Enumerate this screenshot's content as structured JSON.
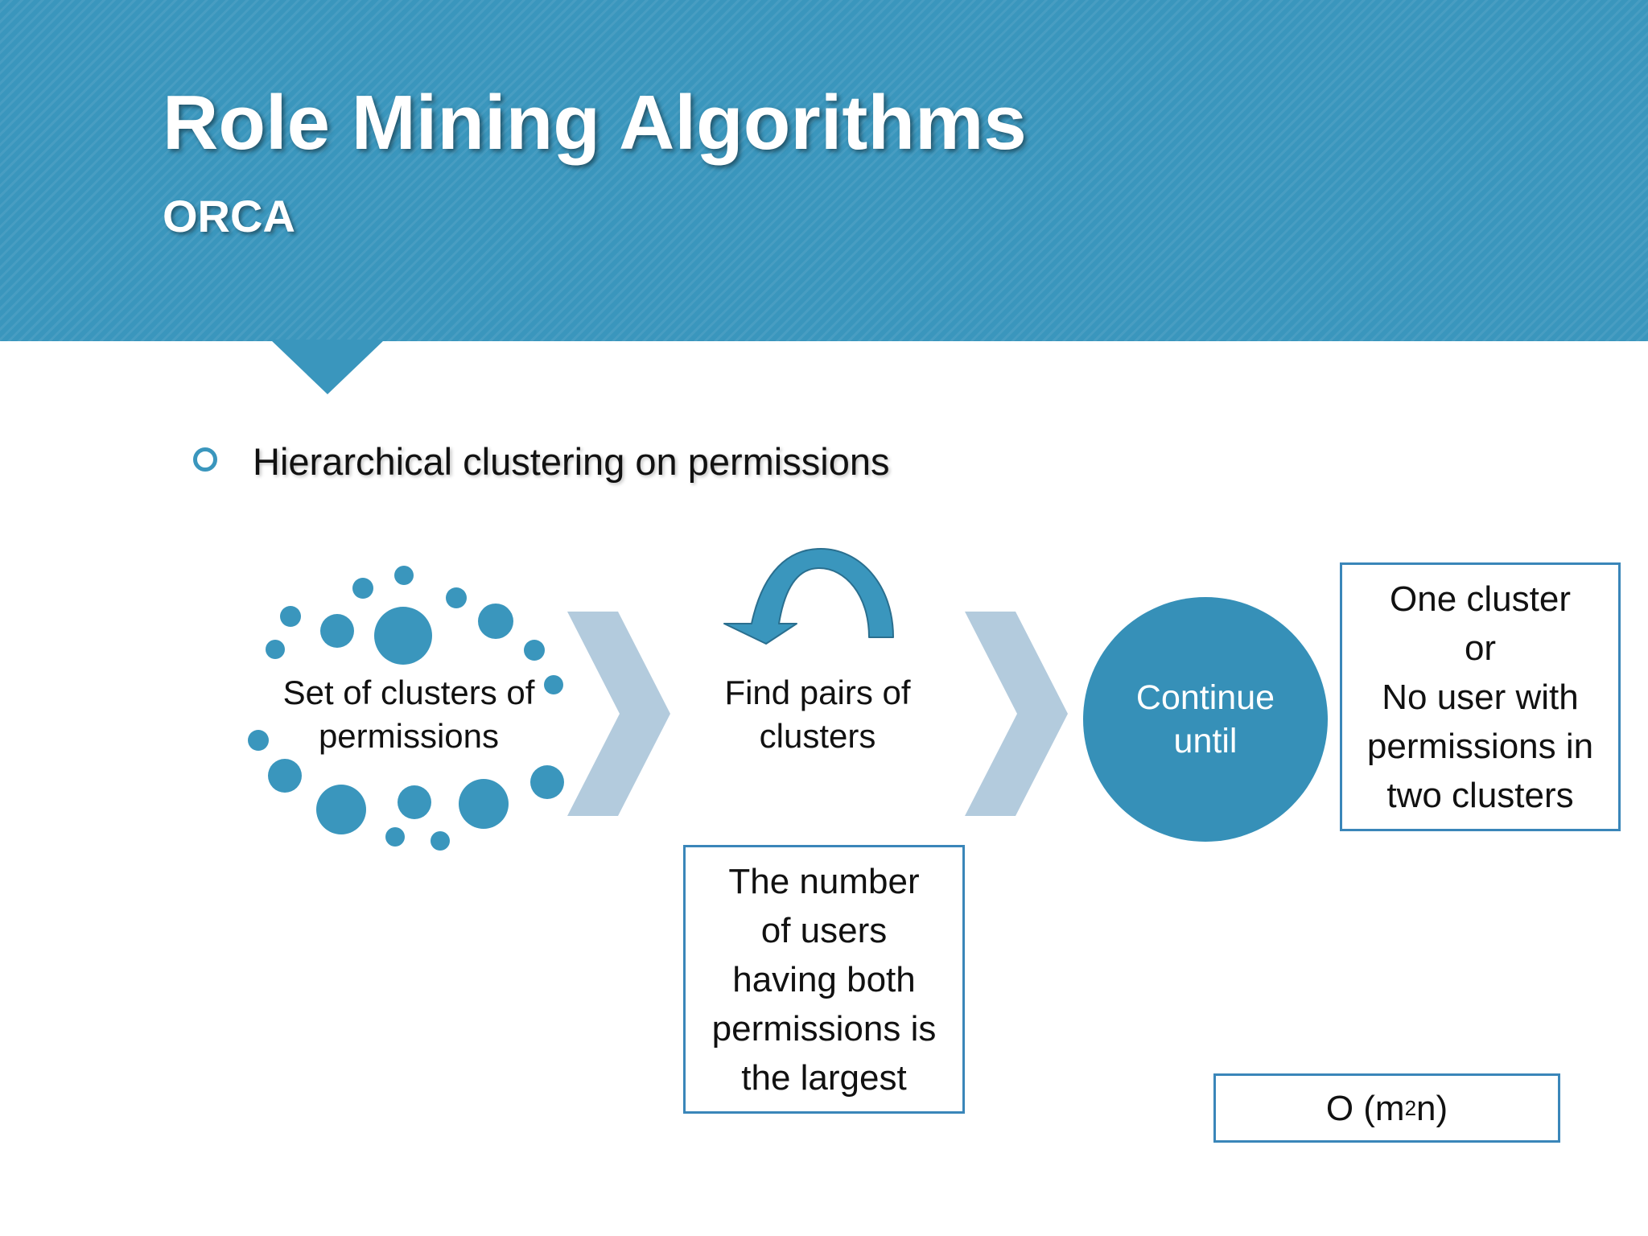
{
  "header": {
    "title": "Role Mining Algorithms",
    "subtitle": "ORCA"
  },
  "bullet": {
    "text": "Hierarchical clustering on permissions"
  },
  "process": {
    "step1": "Set of clusters of\npermissions",
    "step2": "Find pairs of\nclusters",
    "step3": "Continue\nuntil"
  },
  "criteria_box": {
    "text": "The number\nof users\nhaving both\npermissions is\nthe largest"
  },
  "stop_box": {
    "text": "One cluster\nor\nNo user with\npermissions in\ntwo clusters"
  },
  "complexity": {
    "prefix": "O (m",
    "exponent": "2",
    "suffix": "n)"
  },
  "colors": {
    "accent": "#3a96bd",
    "chevron": "#b3cbdd",
    "box_border": "#3a86b9"
  },
  "icons": {
    "bullet": "circle-bullet-icon",
    "loop": "curved-arrow-icon",
    "next": "chevron-right-icon"
  }
}
